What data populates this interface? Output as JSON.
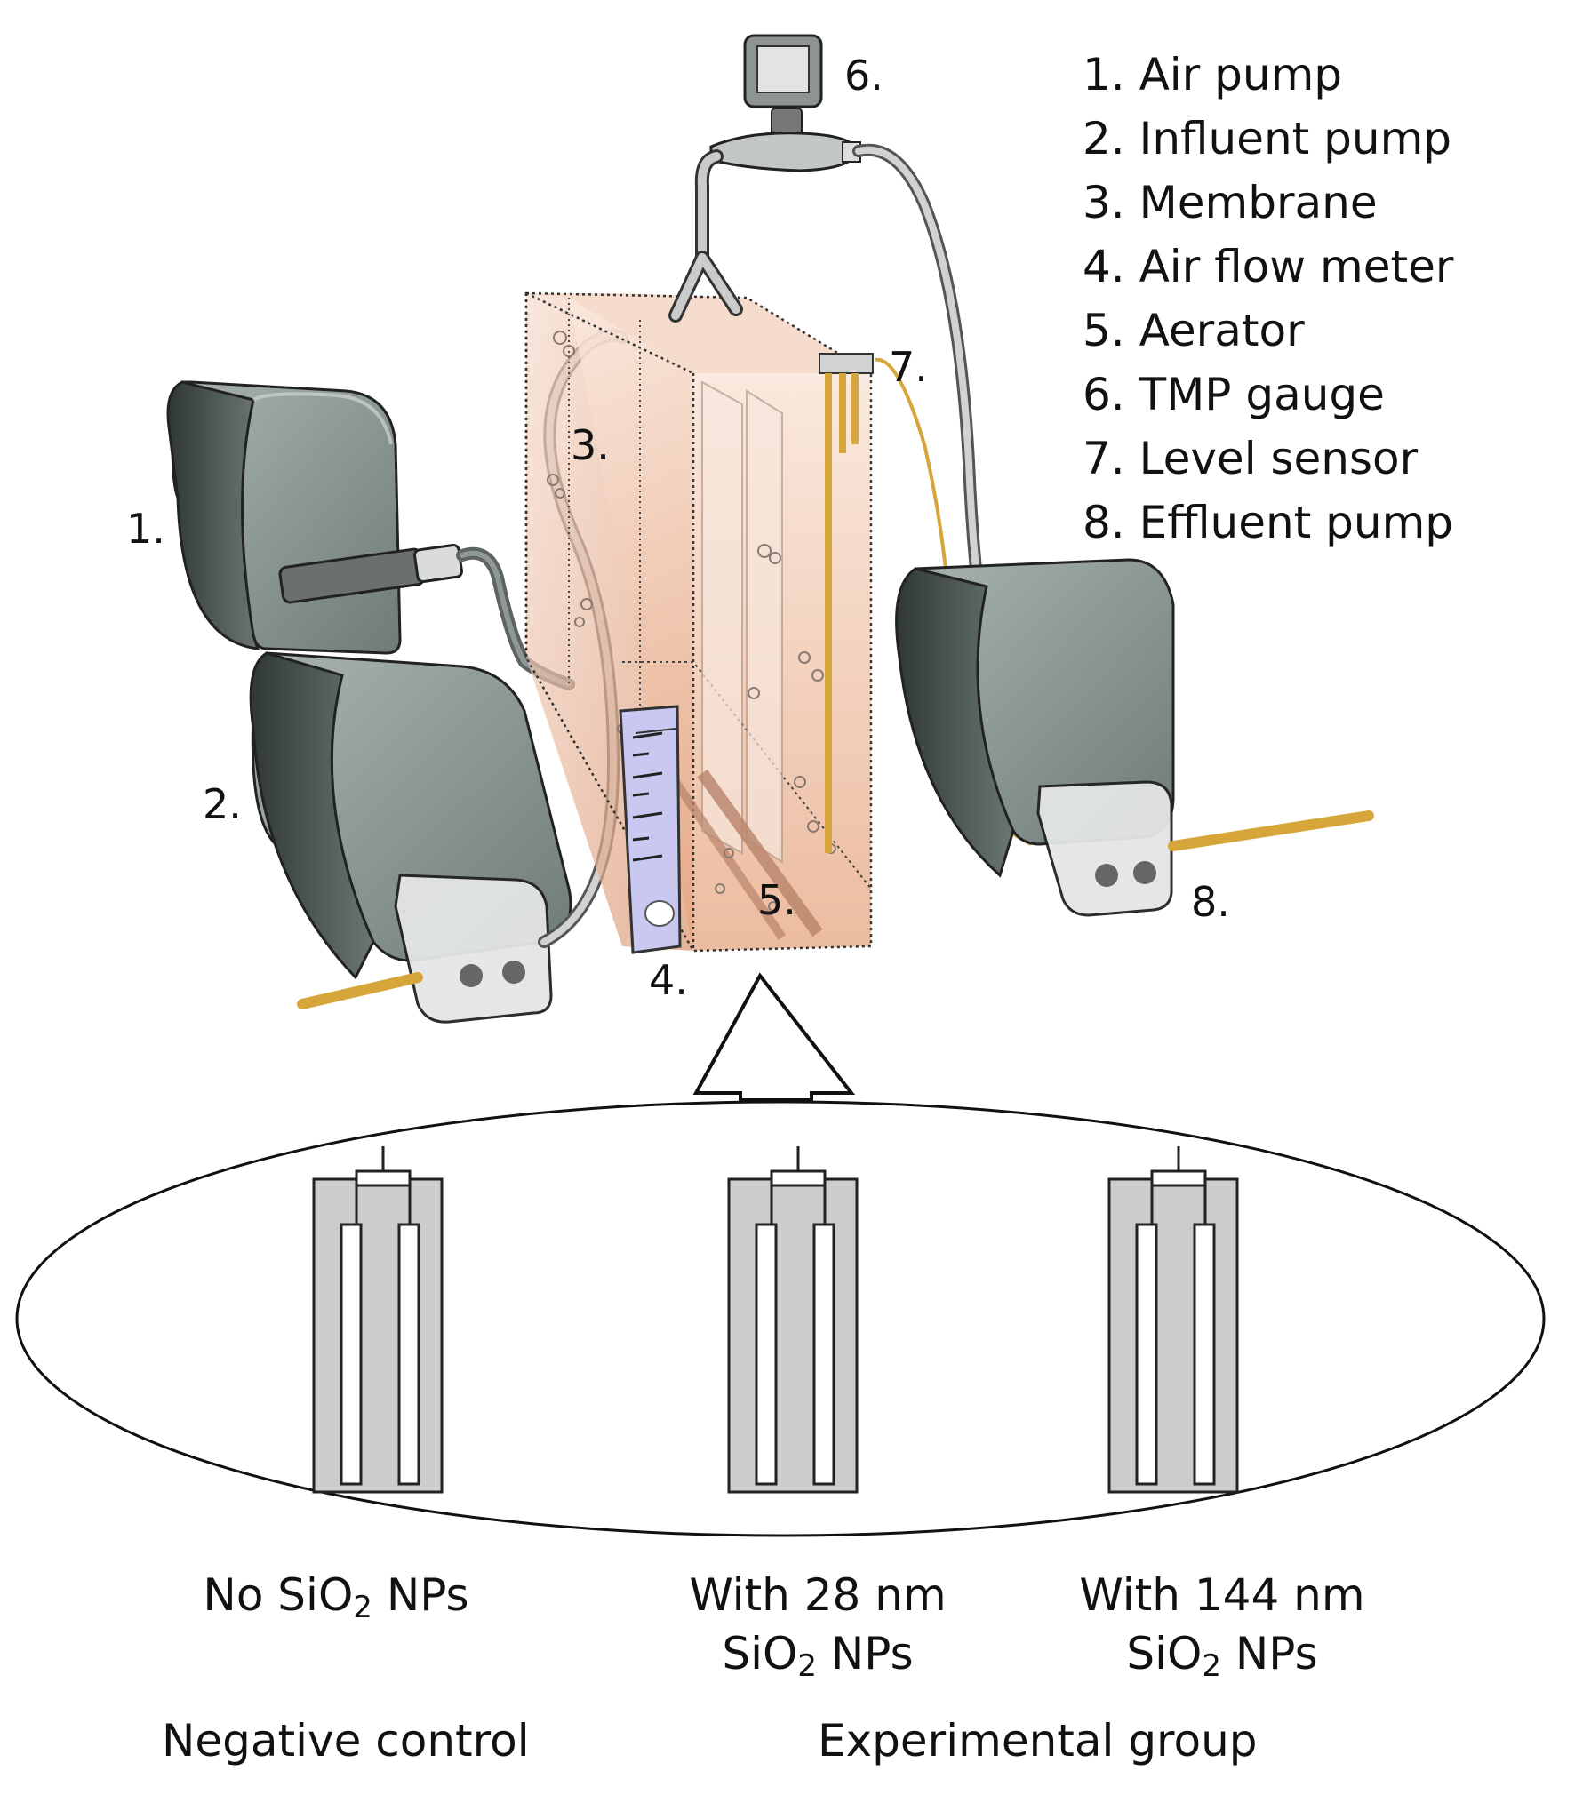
{
  "legend": [
    "1. Air pump",
    "2. Influent pump",
    "3. Membrane",
    "4. Air flow meter",
    "5. Aerator",
    "6. TMP gauge",
    "7. Level sensor",
    "8. Effluent pump"
  ],
  "callouts": {
    "c1": "1.",
    "c2": "2.",
    "c3": "3.",
    "c4": "4.",
    "c5": "5.",
    "c6": "6.",
    "c7": "7.",
    "c8": "8."
  },
  "groups": [
    {
      "line1_pre": "No SiO",
      "line1_sub": "2",
      "line1_post": " NPs",
      "line2_pre": "",
      "line2_sub": "",
      "line2_post": ""
    },
    {
      "line1_pre": "With 28 nm",
      "line1_sub": "",
      "line1_post": "",
      "line2_pre": "SiO",
      "line2_sub": "2",
      "line2_post": " NPs"
    },
    {
      "line1_pre": "With 144 nm",
      "line1_sub": "",
      "line1_post": "",
      "line2_pre": "SiO",
      "line2_sub": "2",
      "line2_post": " NPs"
    }
  ],
  "footer": {
    "negative": "Negative control",
    "experimental": "Experimental group"
  },
  "colors": {
    "pump_body": "#7d8a86",
    "pump_dark": "#3f4a47",
    "pump_head": "#e3e6e4",
    "tank": "#e9b697",
    "tank_edge": "#333333",
    "tube_gold": "#d6a63a",
    "tube_grey": "#c9cccb",
    "flow_meter": "#c8c8f0",
    "reactor_fill": "#cccccc"
  }
}
